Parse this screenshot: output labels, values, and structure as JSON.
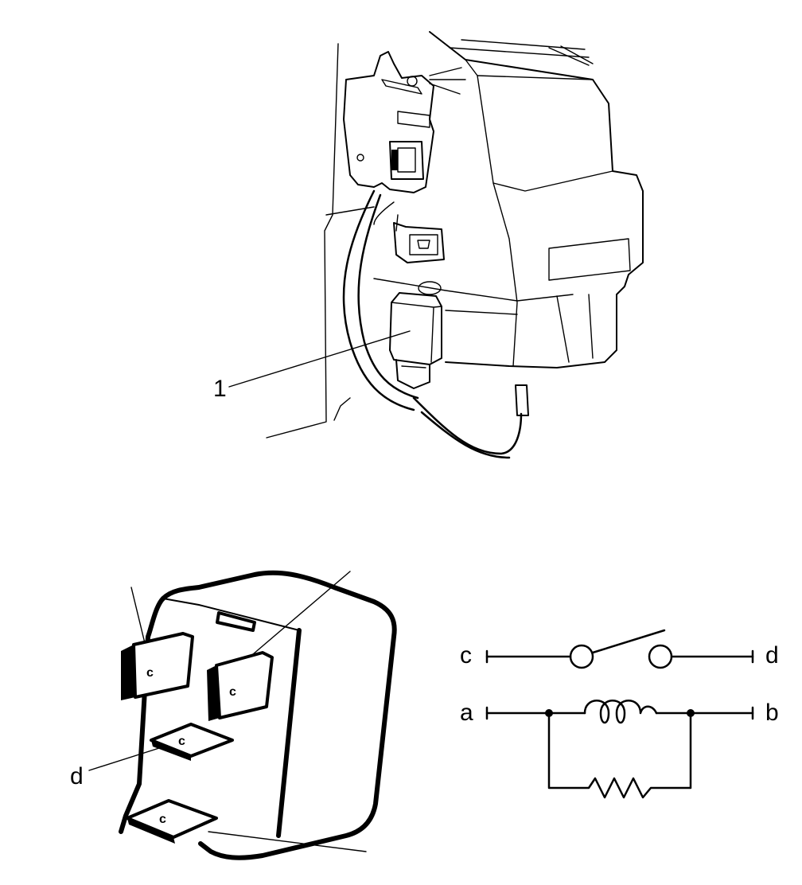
{
  "diagram": {
    "callouts": {
      "part_1": "1",
      "terminal_d": "d"
    },
    "terminal_marks": [
      "c",
      "c",
      "c",
      "c"
    ],
    "schematic": {
      "label_c": "c",
      "label_d": "d",
      "label_a": "a",
      "label_b": "b"
    }
  }
}
